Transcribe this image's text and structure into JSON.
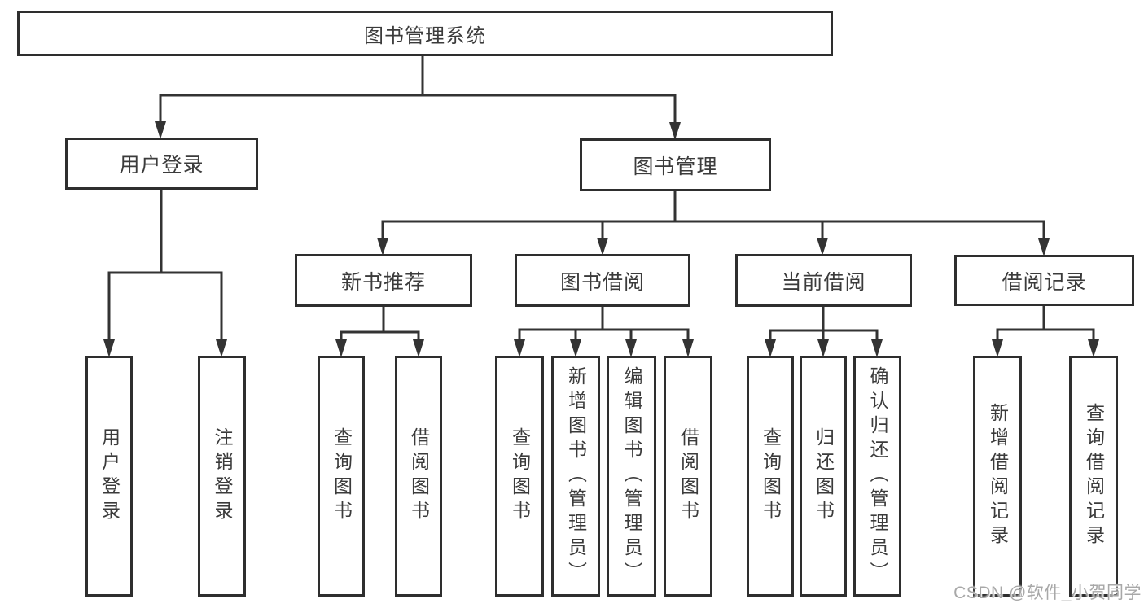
{
  "diagram": {
    "title": "图书管理系统",
    "nodes": {
      "root": {
        "label": "图书管理系统"
      },
      "user_login": {
        "label": "用户登录"
      },
      "book_mgmt": {
        "label": "图书管理"
      },
      "new_book_rec": {
        "label": "新书推荐"
      },
      "book_borrow": {
        "label": "图书借阅"
      },
      "current_borrow": {
        "label": "当前借阅"
      },
      "borrow_record": {
        "label": "借阅记录"
      },
      "leaf_user_login": {
        "label": "用户登录"
      },
      "leaf_logout": {
        "label": "注销登录"
      },
      "nbr_query_books": {
        "label": "查询图书"
      },
      "nbr_borrow_books": {
        "label": "借阅图书"
      },
      "bb_query_books": {
        "label": "查询图书"
      },
      "bb_add_books_admin": {
        "label": "新增图书（管理员）"
      },
      "bb_edit_books_admin": {
        "label": "编辑图书（管理员）"
      },
      "bb_borrow_books": {
        "label": "借阅图书"
      },
      "cb_query_books": {
        "label": "查询图书"
      },
      "cb_return_books": {
        "label": "归还图书"
      },
      "cb_confirm_return_admin": {
        "label": "确认归还（管理员）"
      },
      "br_add_record": {
        "label": "新增借阅记录"
      },
      "br_query_record": {
        "label": "查询借阅记录"
      }
    },
    "hierarchy": {
      "图书管理系统": {
        "用户登录": [
          "用户登录",
          "注销登录"
        ],
        "图书管理": {
          "新书推荐": [
            "查询图书",
            "借阅图书"
          ],
          "图书借阅": [
            "查询图书",
            "新增图书（管理员）",
            "编辑图书（管理员）",
            "借阅图书"
          ],
          "当前借阅": [
            "查询图书",
            "归还图书",
            "确认归还（管理员）"
          ],
          "借阅记录": [
            "新增借阅记录",
            "查询借阅记录"
          ]
        }
      }
    }
  },
  "watermark": {
    "text": "CSDN @软件_小贺同学"
  },
  "colors": {
    "line": "#333333",
    "border": "#2e2e2e",
    "text": "#3b3b3b",
    "background": "#ffffff",
    "watermark": "#a8a8a8"
  }
}
